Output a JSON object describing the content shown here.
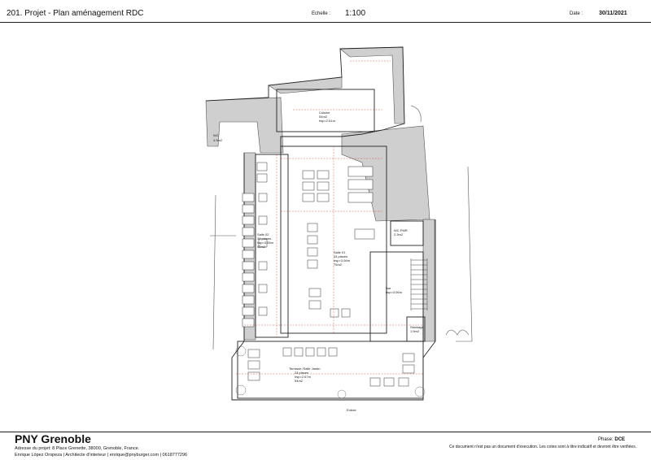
{
  "header": {
    "title": "201. Projet - Plan aménagement RDC",
    "scale_label": "Echelle :",
    "scale_value": "1:100",
    "date_label": "Date :",
    "date_value": "30/11/2021"
  },
  "plan": {
    "rooms": {
      "wc": "WC",
      "wc_area": "4.5m2",
      "cuisine": "Cuisine",
      "cuisine_area": "54m2",
      "cuisine_height": "hsp=2.61m",
      "salle02": "Salle 02",
      "salle02_places": "34 places",
      "salle02_height": "hsp=3.05m",
      "salle02_area": "52m2",
      "salle01": "Salle 01",
      "salle01_places": "44 places",
      "salle01_height": "hsp=3.06m",
      "salle01_area": "75m2",
      "wc_pmr": "WC PMR",
      "wc_pmr_area": "2.3m2",
      "bar": "Bar",
      "bar_height": "hsp=3.06m",
      "stockage": "Stockage",
      "stockage_area": "1.5m2",
      "terrasse": "Terrasse /Salle Jardin",
      "terrasse_places": "24 places",
      "terrasse_height": "hsp=2.67m",
      "terrasse_area": "54m2",
      "entree": "Entree"
    }
  },
  "footer": {
    "project_name": "PNY Grenoble",
    "address": "Adresse du projet: 8 Place Grenette, 38000, Grenoble, France.",
    "architect": "Enrique López Oropeza | Architecte d'interieur | enrique@pnyburger.com | 0618777296",
    "phase_label": "Phase:",
    "phase_value": "DCE",
    "disclaimer": "Ce document n'est pas un document d'execution. Les cotes sont à titre indicatif et devront être verifiées."
  }
}
